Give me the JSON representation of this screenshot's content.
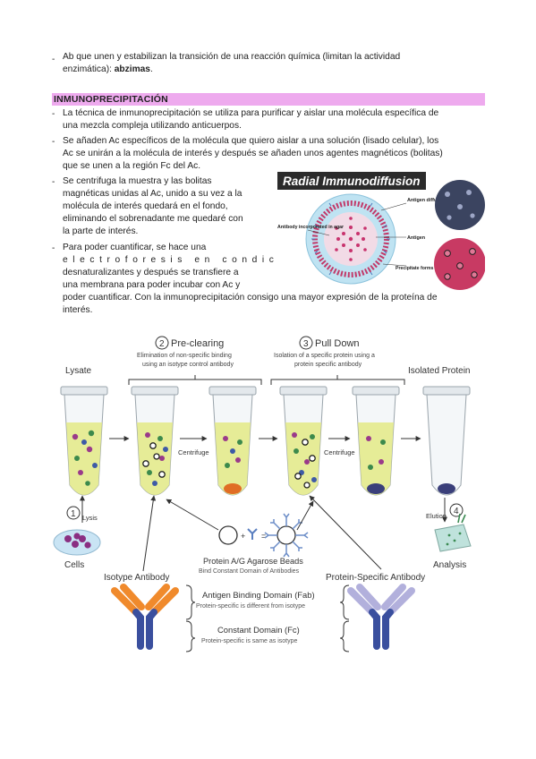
{
  "intro": {
    "line1": "Ab que unen y estabilizan la transición de una reacción química (limitan la actividad",
    "line2_prefix": "enzimática):",
    "line2_bold": "abzimas",
    "line2_suffix": "."
  },
  "section": {
    "title": "INMUNOPRECIPITACIÓN",
    "bullets": [
      {
        "lines": [
          "La técnica de inmunoprecipitación se utiliza para purificar y aislar una molécula específica de",
          "una mezcla compleja utilizando anticuerpos."
        ]
      },
      {
        "lines": [
          "Se añaden Ac específicos de la molécula que quiero aislar a una solución (lisado celular), los",
          "Ac se unirán a la molécula de interés y después se añaden unos agentes magnéticos (bolitas)",
          "que se unen a la región Fc del Ac."
        ]
      },
      {
        "lines": [
          "Se centrifuga la muestra y las bolitas",
          "magnéticas unidas al Ac, unido a su vez a la",
          "molécula de interés quedará en el fondo,",
          "eliminando el sobrenadante me quedaré con",
          "la parte de interés."
        ]
      },
      {
        "lines": [
          "Para poder cuantificar, se hace una",
          "electroforesis en condiciones",
          "desnaturalizantes y después se transfiere a",
          "una membrana para poder incubar con Ac y",
          "poder cuantificar. Con la inmunoprecipitación consigo una mayor expresión de la proteína de",
          "interés."
        ]
      }
    ]
  },
  "radial": {
    "title": "Radial Immunodiffusion",
    "labels": {
      "antigen_diffusion": "Antigen diffusion",
      "antigen": "Antigen",
      "antibody": "Antibody incorporated in agar",
      "precipitate": "Precipitate forms ring"
    }
  },
  "ip_diagram": {
    "steps": {
      "pre_clearing": {
        "num": "2",
        "title": "Pre-clearing",
        "desc1": "Elimination of non-specific binding",
        "desc2": "using an isotype control antibody"
      },
      "pull_down": {
        "num": "3",
        "title": "Pull Down",
        "desc1": "Isolation of a specific protein using a",
        "desc2": "protein specific antibody"
      },
      "lysis": {
        "num": "1",
        "label": "Lysis"
      },
      "elution": {
        "num": "4",
        "label": "Elution"
      }
    },
    "labels": {
      "lysate": "Lysate",
      "isolated_protein": "Isolated Protein",
      "centrifuge1": "Centrifuge",
      "centrifuge2": "Centrifuge",
      "cells": "Cells",
      "analysis": "Analysis",
      "isotype_antibody": "Isotype Antibody",
      "protein_specific_antibody": "Protein-Specific Antibody",
      "beads_title": "Protein A/G Agarose Beads",
      "beads_sub": "Bind Constant Domain of Antibodies",
      "fab_title": "Antigen Binding Domain (Fab)",
      "fab_sub": "Protein-specific is different from isotype",
      "fc_title": "Constant Domain (Fc)",
      "fc_sub": "Protein-specific is same as isotype",
      "plus": "+",
      "equals": "="
    }
  },
  "colors": {
    "heading_bg": "#eeaaee",
    "radial_title_bg": "#2b2b2b",
    "liquid": "#e4ea8c",
    "antibody_orange": "#f08a2c",
    "antibody_blue": "#3a4f9e",
    "antibody_lilac": "#b2b0dc"
  }
}
